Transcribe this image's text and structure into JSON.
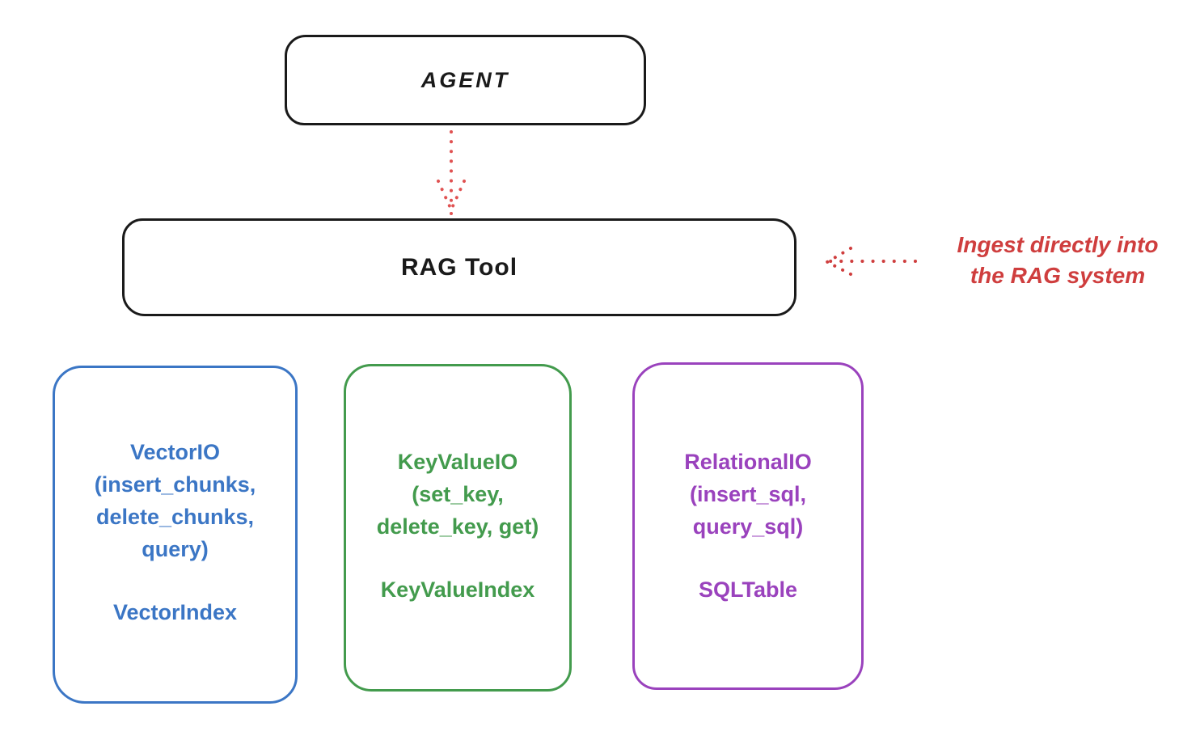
{
  "diagram": {
    "background": "#ffffff",
    "stroke_color": "#1a1a1a",
    "agent": {
      "label": "AGENT"
    },
    "rag_tool": {
      "label": "RAG Tool"
    },
    "annotation": {
      "text": "Ingest directly into\nthe RAG system",
      "color": "#cf3e3e"
    },
    "arrows": {
      "agent_to_ragtool": {
        "style": "dotted",
        "color": "#e05252",
        "direction": "down"
      },
      "annotation_to_ragtool": {
        "style": "dotted",
        "color": "#cf3e3e",
        "direction": "left"
      }
    },
    "backends": [
      {
        "name": "vector-io",
        "color": "#3b76c5",
        "api": "VectorIO\n(insert_chunks,\ndelete_chunks,\nquery)",
        "index": "VectorIndex"
      },
      {
        "name": "keyvalue-io",
        "color": "#439b4d",
        "api": "KeyValueIO\n(set_key,\ndelete_key, get)",
        "index": "KeyValueIndex"
      },
      {
        "name": "relational-io",
        "color": "#9a42bd",
        "api": "RelationalIO\n(insert_sql,\nquery_sql)",
        "index": "SQLTable"
      }
    ]
  }
}
